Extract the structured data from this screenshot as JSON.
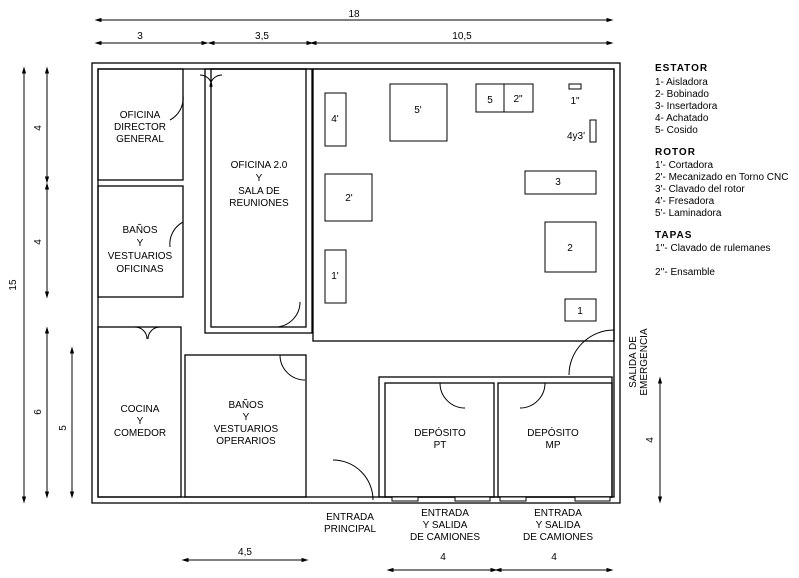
{
  "dimensions": {
    "total_width": "18",
    "w1": "3",
    "w2": "3,5",
    "w3": "10,5",
    "total_height": "15",
    "h1": "4",
    "h2": "4",
    "h3": "6",
    "h4": "5",
    "bottom1": "4,5",
    "bottom2": "4",
    "bottom3": "4",
    "right1": "4"
  },
  "rooms": {
    "director": [
      "OFICINA",
      "DIRECTOR",
      "GENERAL"
    ],
    "banos_oficinas": [
      "BAÑOS",
      "Y",
      "VESTUARIOS",
      "OFICINAS"
    ],
    "oficina20": [
      "OFICINA 2.0",
      "Y",
      "SALA DE",
      "REUNIONES"
    ],
    "cocina": [
      "COCINA",
      "Y",
      "COMEDOR"
    ],
    "banos_operarios": [
      "BAÑOS",
      "Y",
      "VESTUARIOS",
      "OPERARIOS"
    ],
    "deposito_pt": [
      "DEPÓSITO",
      "PT"
    ],
    "deposito_mp": [
      "DEPÓSITO",
      "MP"
    ]
  },
  "entrances": {
    "principal": [
      "ENTRADA",
      "PRINCIPAL"
    ],
    "camiones1": [
      "ENTRADA",
      "Y SALIDA",
      "DE CAMIONES"
    ],
    "camiones2": [
      "ENTRADA",
      "Y SALIDA",
      "DE CAMIONES"
    ],
    "emergencia": [
      "SALIDA DE",
      "EMERGENCIA"
    ]
  },
  "machines": {
    "m4p": "4'",
    "m5p": "5'",
    "m5": "5",
    "m2pp": "2\"",
    "m1pp": "1\"",
    "m4y3": "4y3'",
    "m2p": "2'",
    "m3": "3",
    "m2": "2",
    "m1p": "1'",
    "m1": "1"
  },
  "legend": {
    "estator": {
      "title": "ESTATOR",
      "items": [
        "1- Aisladora",
        "2- Bobinado",
        "3- Insertadora",
        "4- Achatado",
        "5- Cosido"
      ]
    },
    "rotor": {
      "title": "ROTOR",
      "items": [
        "1'- Cortadora",
        "2'- Mecanizado en Torno CNC",
        "3'- Clavado del rotor",
        "4'- Fresadora",
        "5'- Laminadora"
      ]
    },
    "tapas": {
      "title": "TAPAS",
      "items": [
        "1''- Clavado de rulemanes",
        "2''- Ensamble"
      ]
    }
  }
}
